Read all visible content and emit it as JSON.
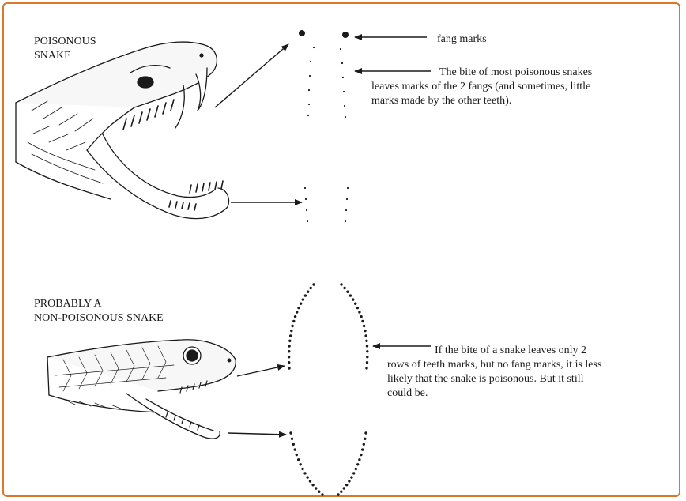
{
  "labels": {
    "poisonous": [
      "POISONOUS",
      "SNAKE"
    ],
    "non_poisonous": [
      "PROBABLY A",
      "NON-POISONOUS SNAKE"
    ],
    "fang_marks": "fang marks",
    "poisonous_note": [
      "The bite of most poisonous snakes",
      "leaves marks of the 2 fangs (and sometimes, little",
      "marks made by the other teeth)."
    ],
    "non_poisonous_note": [
      "If the bite of a snake leaves only 2",
      "rows of teeth marks, but no fang marks, it is less",
      "likely that the snake is poisonous. But it still",
      "could be."
    ]
  },
  "colors": {
    "frame_border": "#d9772a",
    "ink": "#1a1a1a"
  }
}
